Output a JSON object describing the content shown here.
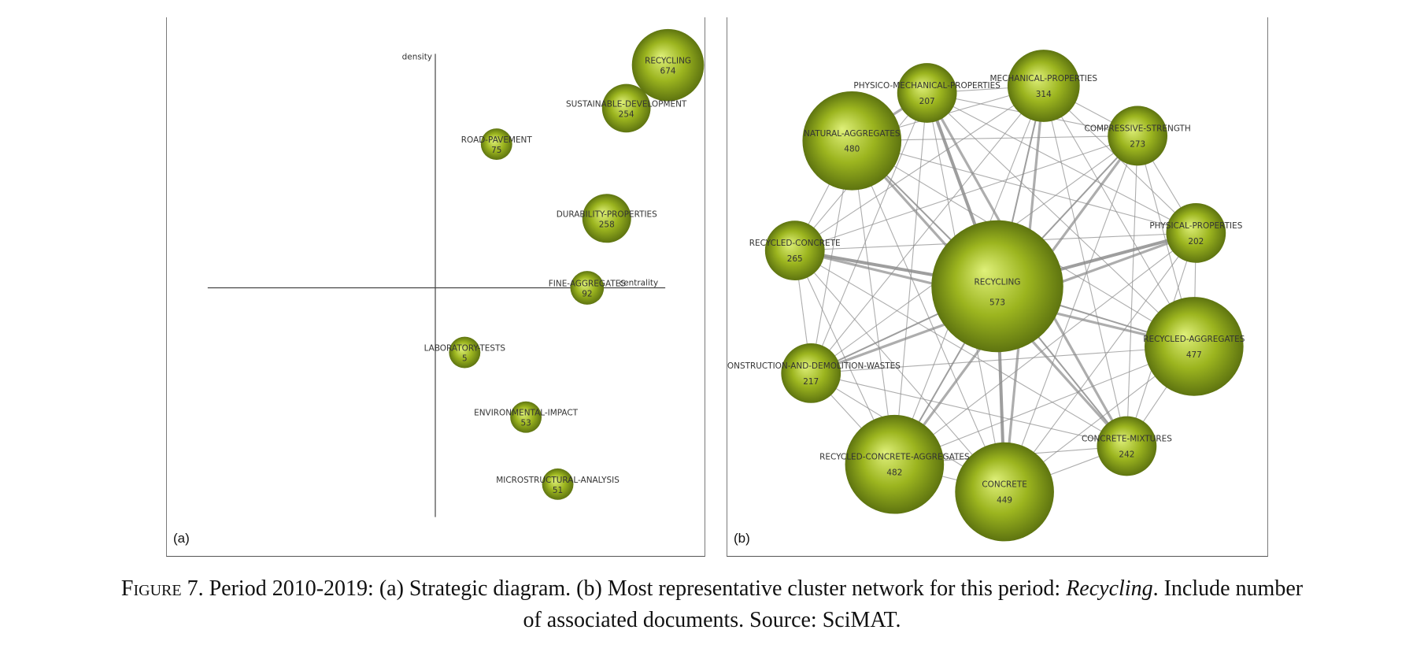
{
  "chart_data": [
    {
      "type": "scatter",
      "subtype": "strategic-diagram",
      "panel_label": "(a)",
      "xlabel": "centrality",
      "ylabel": "density",
      "color": "#9cb51f",
      "points": [
        {
          "label": "RECYCLING",
          "count": "674",
          "x": 0.95,
          "y": 0.93
        },
        {
          "label": "SUSTAINABLE-DEVELOPMENT",
          "count": "254",
          "x": 0.78,
          "y": 0.75
        },
        {
          "label": "ROAD-PAVEMENT",
          "count": "75",
          "x": 0.25,
          "y": 0.6
        },
        {
          "label": "DURABILITY-PROPERTIES",
          "count": "258",
          "x": 0.7,
          "y": 0.29
        },
        {
          "label": "FINE-AGGREGATES",
          "count": "92",
          "x": 0.62,
          "y": 0.0
        },
        {
          "label": "LABORATORY-TESTS",
          "count": "5",
          "x": 0.12,
          "y": -0.27
        },
        {
          "label": "ENVIRONMENTAL-IMPACT",
          "count": "53",
          "x": 0.37,
          "y": -0.54
        },
        {
          "label": "MICROSTRUCTURAL-ANALYSIS",
          "count": "51",
          "x": 0.5,
          "y": -0.82
        }
      ]
    },
    {
      "type": "network",
      "panel_label": "(b)",
      "color": "#9cb51f",
      "center": {
        "label": "RECYCLING",
        "count": "573"
      },
      "nodes": [
        {
          "label": "PHYSICO-MECHANICAL-PROPERTIES",
          "count": "207"
        },
        {
          "label": "MECHANICAL-PROPERTIES",
          "count": "314"
        },
        {
          "label": "COMPRESSIVE-STRENGTH",
          "count": "273"
        },
        {
          "label": "PHYSICAL-PROPERTIES",
          "count": "202"
        },
        {
          "label": "RECYCLED-AGGREGATES",
          "count": "477"
        },
        {
          "label": "CONCRETE-MIXTURES",
          "count": "242"
        },
        {
          "label": "CONCRETE",
          "count": "449"
        },
        {
          "label": "RECYCLED-CONCRETE-AGGREGATES",
          "count": "482"
        },
        {
          "label": "CONSTRUCTION-AND-DEMOLITION-WASTES",
          "count": "217"
        },
        {
          "label": "RECYCLED-CONCRETE",
          "count": "265"
        },
        {
          "label": "NATURAL-AGGREGATES",
          "count": "480"
        }
      ]
    }
  ],
  "caption": {
    "figure_label": "Figure 7.",
    "text_before": " Period 2010-2019: (a) Strategic diagram. (b) Most representative cluster network for this period: ",
    "emphasis": "Recycling",
    "text_after": ". Include number",
    "line2": "of associated documents. Source: SciMAT."
  }
}
